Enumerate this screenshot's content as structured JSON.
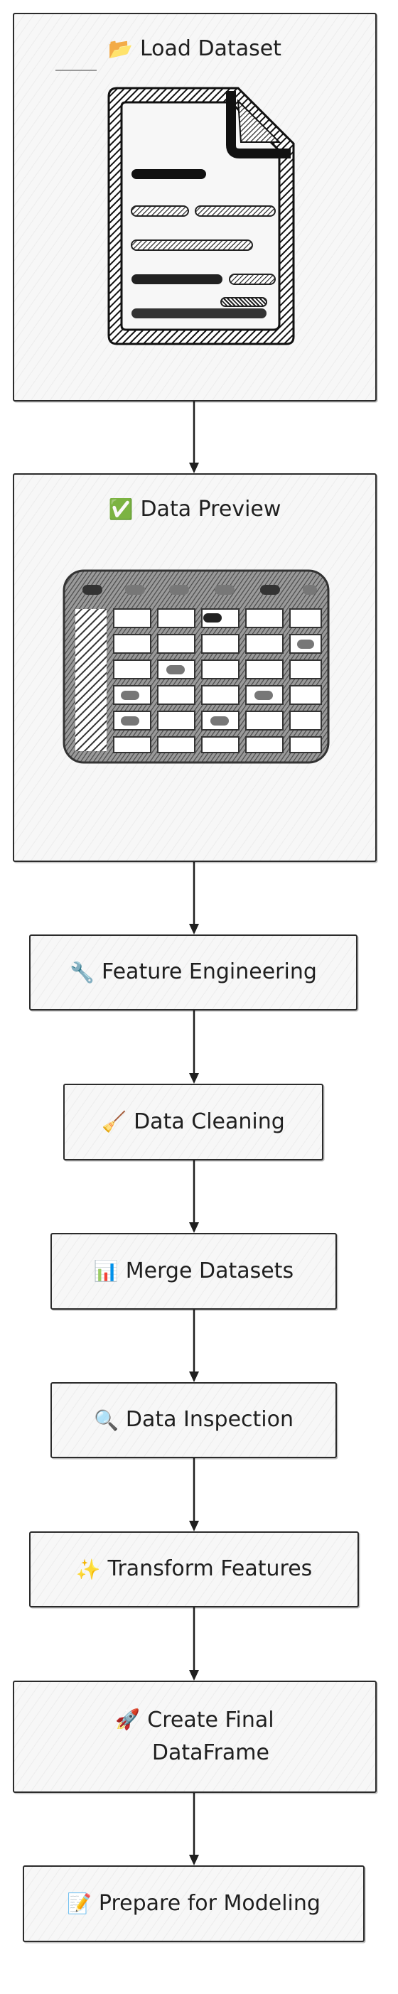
{
  "nodes": [
    {
      "id": "load",
      "emoji": "📂",
      "label": "Load Dataset",
      "graphic": "document-icon"
    },
    {
      "id": "preview",
      "emoji": "✅",
      "label": "Data Preview",
      "graphic": "table-icon"
    },
    {
      "id": "feature",
      "emoji": "🔧",
      "label": "Feature Engineering"
    },
    {
      "id": "cleaning",
      "emoji": "🧹",
      "label": "Data Cleaning"
    },
    {
      "id": "merge",
      "emoji": "📊",
      "label": "Merge Datasets"
    },
    {
      "id": "inspection",
      "emoji": "🔍",
      "label": "Data Inspection"
    },
    {
      "id": "transform",
      "emoji": "✨",
      "label": "Transform Features"
    },
    {
      "id": "final",
      "emoji": "🚀",
      "label": "Create Final\nDataFrame"
    },
    {
      "id": "prepare",
      "emoji": "📝",
      "label": "Prepare for Modeling"
    }
  ],
  "edges": [
    {
      "from": "load",
      "to": "preview"
    },
    {
      "from": "preview",
      "to": "feature"
    },
    {
      "from": "feature",
      "to": "cleaning"
    },
    {
      "from": "cleaning",
      "to": "merge"
    },
    {
      "from": "merge",
      "to": "inspection"
    },
    {
      "from": "inspection",
      "to": "transform"
    },
    {
      "from": "transform",
      "to": "final"
    },
    {
      "from": "final",
      "to": "prepare"
    }
  ]
}
